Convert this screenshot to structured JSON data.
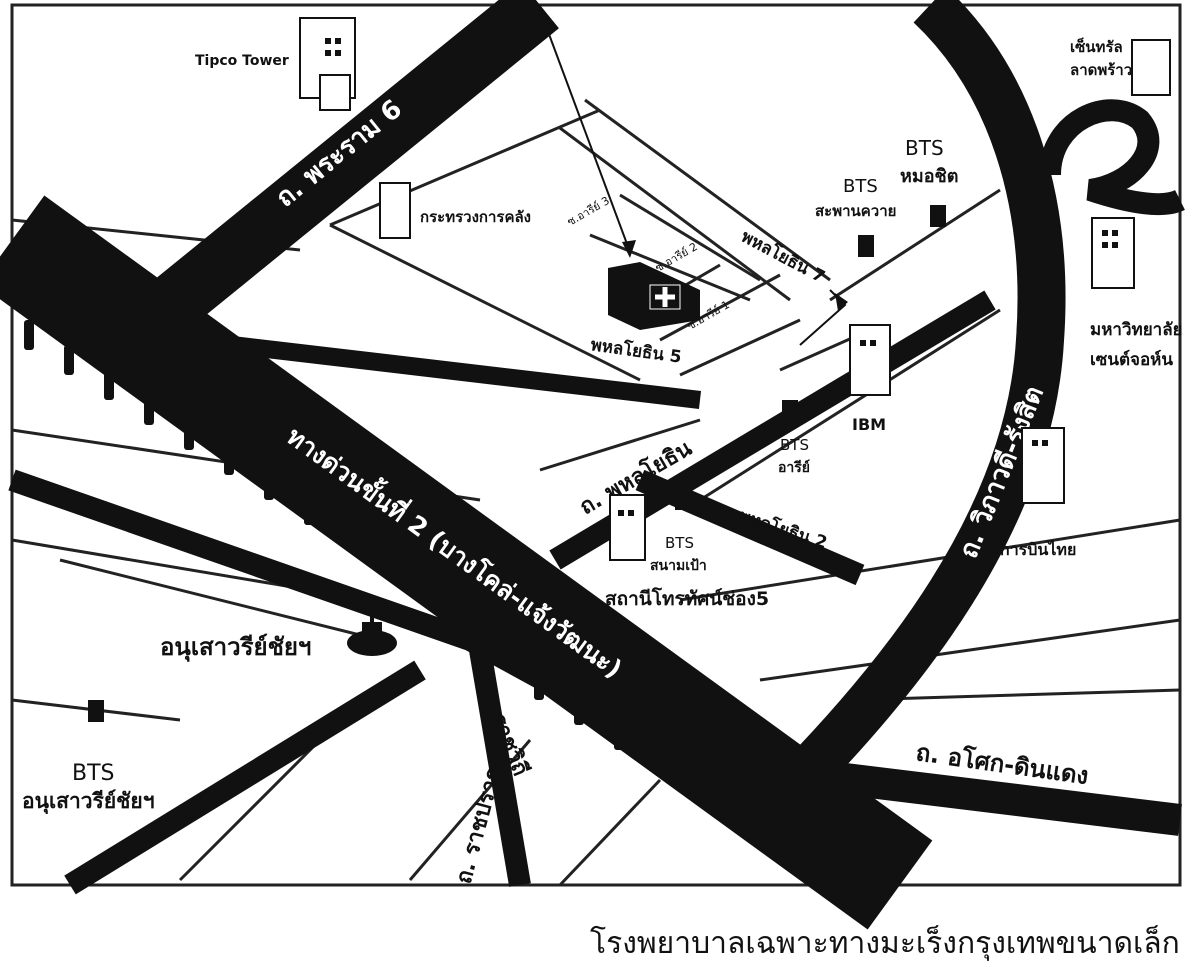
{
  "caption": "โรงพยาบาลเฉพาะทางมะเร็งกรุงเทพขนาดเล็ก",
  "roads": {
    "rama6": "ถ. พระราม 6",
    "expressway": "ทางด่วนขั้นที่ 2 (บางโคล่-แจ้งวัฒนะ)",
    "phahonyothin": "ถ. พหลโยธิน",
    "vibhavadi": "ถ. วิภาวดี-รังสิต",
    "ratchawithi": "ถ. ราชวิถี",
    "ratchaprarop": "ถ. ราชปรารภ",
    "asokdindaeng": "ถ. อโศก-ดินแดง",
    "phahon5": "พหลโยธิน 5",
    "phahon7": "พหลโยธิน 7",
    "soi_phahon2": "ซ. พหลโยธิน 2",
    "soi_ari1": "ซ.อารีย์ 1",
    "soi_ari2": "ซ.อารีย์ 2",
    "soi_ari3": "ซ.อารีย์ 3"
  },
  "places": {
    "tipco": "Tipco Tower",
    "finance_ministry": "กระทรวงการคลัง",
    "central_1": "เซ็นทรัล",
    "central_2": "ลาดพร้าว",
    "st_john_1": "มหาวิทยาลัย",
    "st_john_2": "เซนต์จอห์น",
    "ibm": "IBM",
    "thai_airways": "การบินไทย",
    "channel5": "สถานีโทรทัศน์ช่อง5",
    "victory_monument": "อนุเสาวรีย์ชัยฯ"
  },
  "bts": {
    "label": "BTS",
    "mochit": "หมอชิต",
    "saphankhwai": "สะพานควาย",
    "ari": "อารีย์",
    "sanampao": "สนามเป้า",
    "victory": "อนุเสาวรีย์ชัยฯ"
  },
  "colors": {
    "road": "#111111",
    "paper": "#ffffff",
    "outline": "#222222"
  },
  "icons": [
    "building-icon",
    "bts-station-icon",
    "hospital-icon",
    "monument-icon",
    "direction-arrow-icon"
  ]
}
